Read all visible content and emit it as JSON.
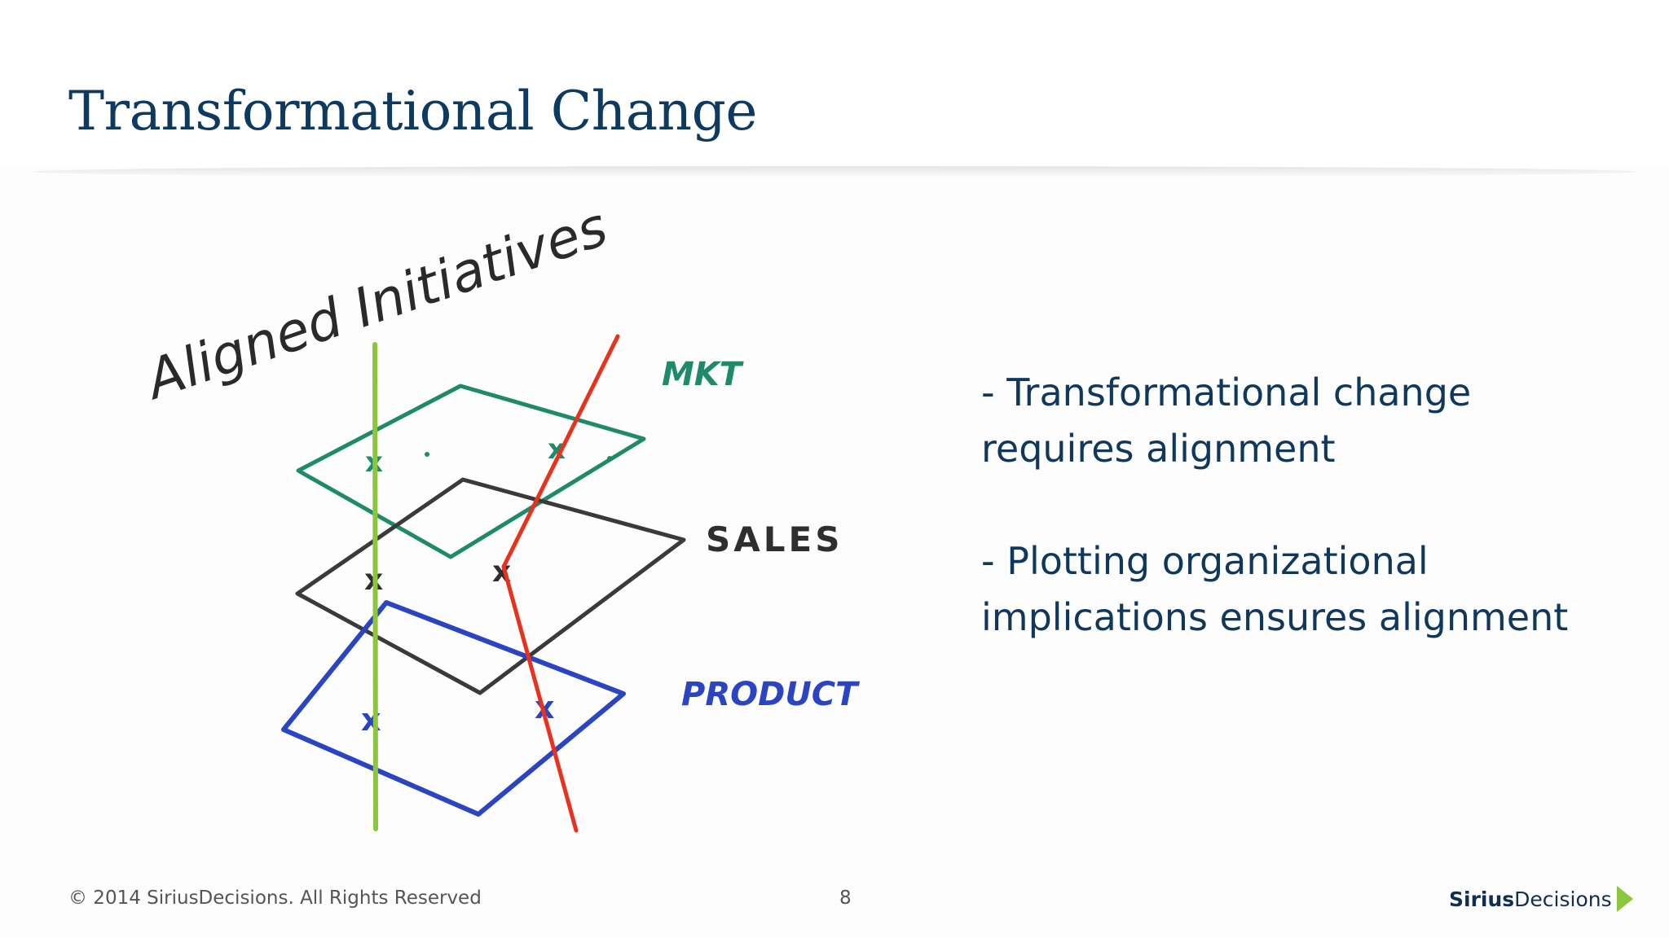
{
  "slide": {
    "title": "Transformational Change"
  },
  "sketch": {
    "heading": "Aligned Initiatives",
    "layers": [
      "MKT",
      "SALES",
      "PRODUCT"
    ],
    "mark": "x",
    "colors": {
      "mkt": "#1f8a6a",
      "sales": "#3a3a3a",
      "product": "#2b45c2",
      "aligned_line": "#8cc63f",
      "misaligned_line": "#e8321e"
    }
  },
  "bullets": [
    "- Transformational change requires alignment",
    "- Plotting organizational implications ensures alignment"
  ],
  "footer": {
    "copyright": "© 2014 SiriusDecisions. All Rights Reserved",
    "page_number": "8"
  },
  "logo": {
    "part1": "Sirius",
    "part2": "Decisions",
    "arrow_color": "#8cc63f"
  }
}
